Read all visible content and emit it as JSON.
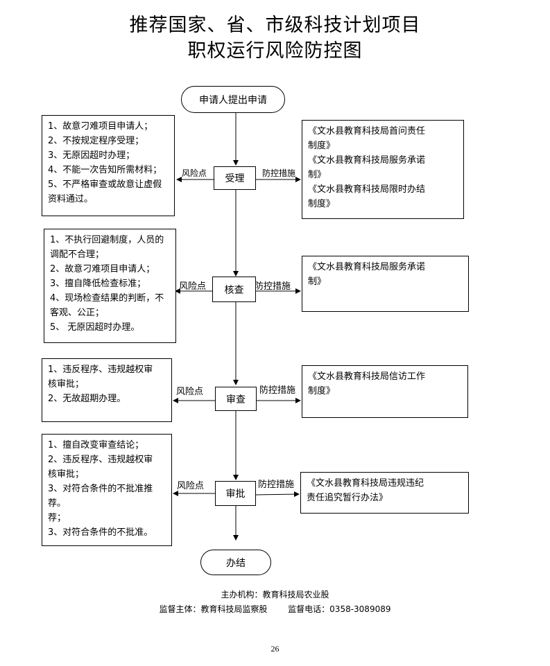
{
  "title": {
    "line1": "推荐国家、省、市级科技计划项目",
    "line2": "职权运行风险防控图"
  },
  "start_node": "申请人提出申请",
  "end_node": "办结",
  "labels": {
    "risk": "风险点",
    "measure": "防控措施"
  },
  "steps": [
    {
      "name": "受理",
      "risks": [
        "1、故意刁难项目申请人；",
        "2、不按规定程序受理；",
        "3、无原因超时办理；",
        "4、不能一次告知所需材料；",
        "5、不严格审查或故意让虚假",
        "资料通过。"
      ],
      "measures": [
        "《文水县教育科技局首问责任",
        "制度》",
        "《文水县教育科技局服务承诺",
        "制》",
        "《文水县教育科技局限时办结",
        "制度》"
      ]
    },
    {
      "name": "核查",
      "risks": [
        "1、不执行回避制度，人员的",
        "调配不合理；",
        "2、故意刁难项目申请人；",
        "3、擅自降低检查标准；",
        "4、现场检查结果的判断，不",
        "客观、公正；",
        "5、  无原因超时办理。"
      ],
      "measures": [
        "《文水县教育科技局服务承诺",
        "制》"
      ]
    },
    {
      "name": "审查",
      "risks": [
        "1、违反程序、违规越权审",
        "核审批；",
        "2、无故超期办理。"
      ],
      "measures": [
        "《文水县教育科技局信访工作",
        "制度》"
      ]
    },
    {
      "name": "审批",
      "risks": [
        "1、擅自改变审查结论；",
        "2、违反程序、违规越权审",
        "核审批；",
        "3、对符合条件的不批准推",
        "荐。",
        "荐；",
        "3、对符合条件的不批准。"
      ],
      "measures": [
        "《文水县教育科技局违规违纪",
        "责任追究暂行办法》"
      ]
    }
  ],
  "footer": {
    "organizer": "主办机构：教育科技局农业股",
    "supervisor": "监督主体：教育科技局监察股",
    "phone": "监督电话：0358-3089089"
  },
  "page_number": "26"
}
